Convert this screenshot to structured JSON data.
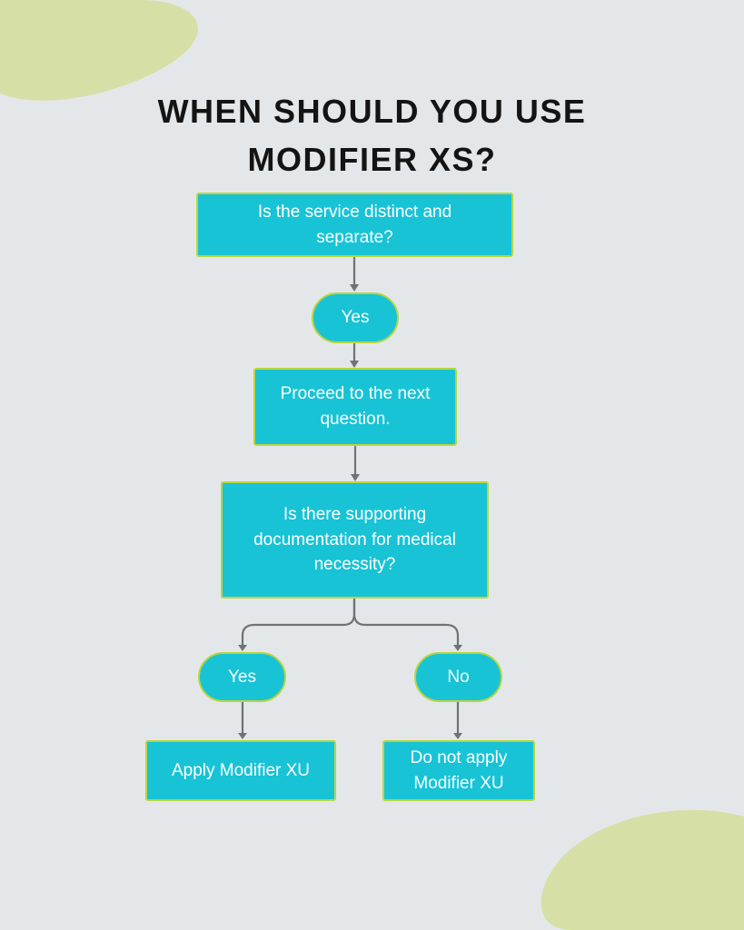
{
  "title": {
    "line1": "WHEN SHOULD YOU USE",
    "line2": "MODIFIER XS?"
  },
  "flowchart": {
    "q1": "Is the service distinct and separate?",
    "yes1": "Yes",
    "proceed": "Proceed to the next question.",
    "q2": "Is there supporting documentation for medical necessity?",
    "yes2": "Yes",
    "no": "No",
    "apply": "Apply Modifier XU",
    "do_not_apply": "Do not apply Modifier XU"
  },
  "colors": {
    "background": "#e4e7e9",
    "blob": "#d6e0a6",
    "node_fill": "#18c3d6",
    "node_border": "#b8d63e",
    "node_text": "#ffffff",
    "arrow": "#6e7378",
    "title_text": "#141414"
  }
}
